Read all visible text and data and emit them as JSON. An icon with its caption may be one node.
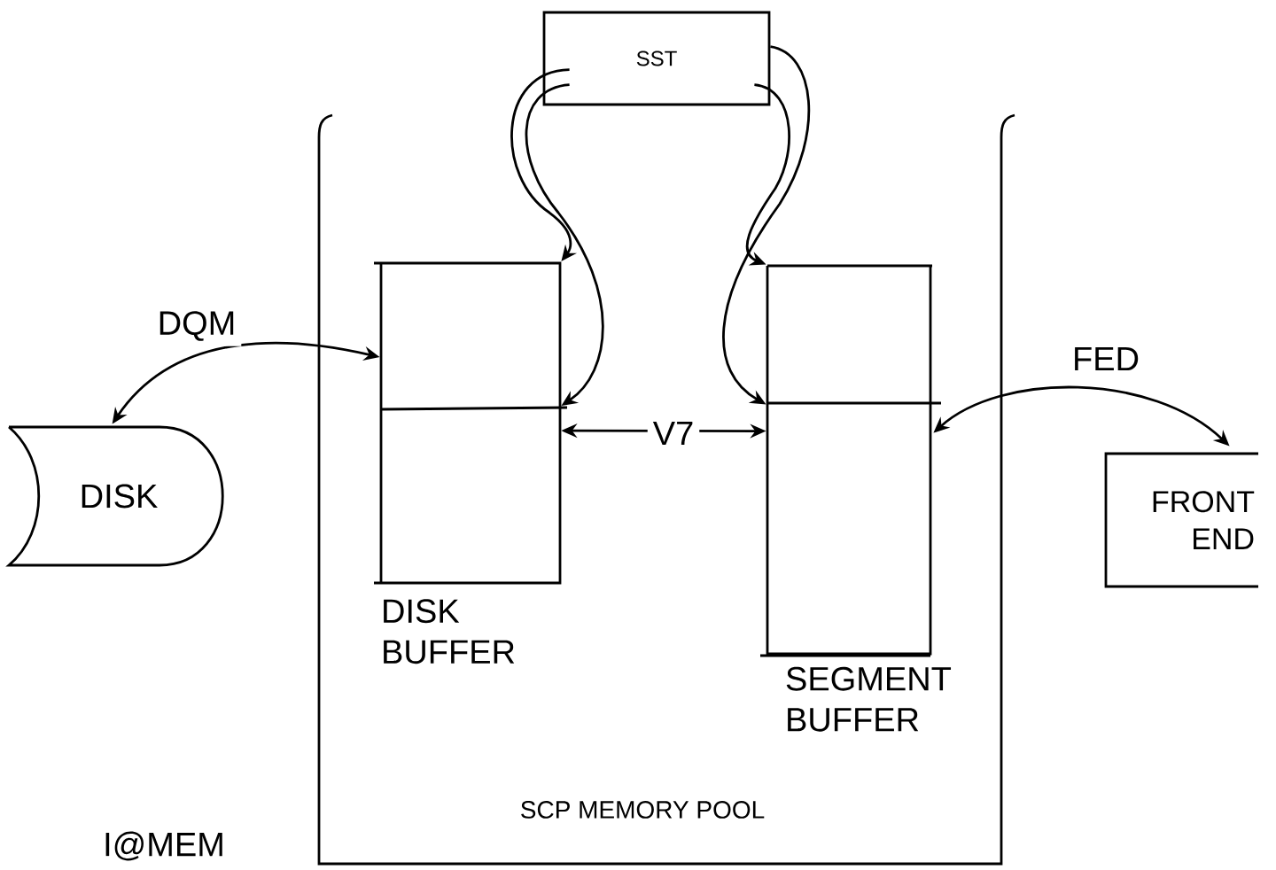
{
  "diagram": {
    "nodes": [
      {
        "text": [
          "SST"
        ]
      },
      {
        "text": [
          "SCP MEMORY POOL"
        ]
      },
      {
        "text": [
          "DISK BUFFER"
        ],
        "in": 1
      },
      {
        "text": [
          "SEGMENT BUFFER"
        ],
        "in": 1
      },
      {
        "text": [
          "DISK"
        ]
      },
      {
        "text": [
          "FRONT END"
        ]
      }
    ],
    "edges": [
      {
        "from": 0,
        "to": 2,
        "arrow": "to"
      },
      {
        "from": 0,
        "to": 2,
        "arrow": "to"
      },
      {
        "from": 0,
        "to": 3,
        "arrow": "to"
      },
      {
        "from": 0,
        "to": 3,
        "arrow": "to"
      },
      {
        "from": 2,
        "to": 4,
        "arrow": "both",
        "label": "DQM"
      },
      {
        "from": 3,
        "to": 5,
        "arrow": "both",
        "label": "FED"
      },
      {
        "from": 2,
        "to": 3,
        "arrow": "both",
        "label": "V7"
      }
    ],
    "labels": [
      "I@MEM"
    ]
  }
}
